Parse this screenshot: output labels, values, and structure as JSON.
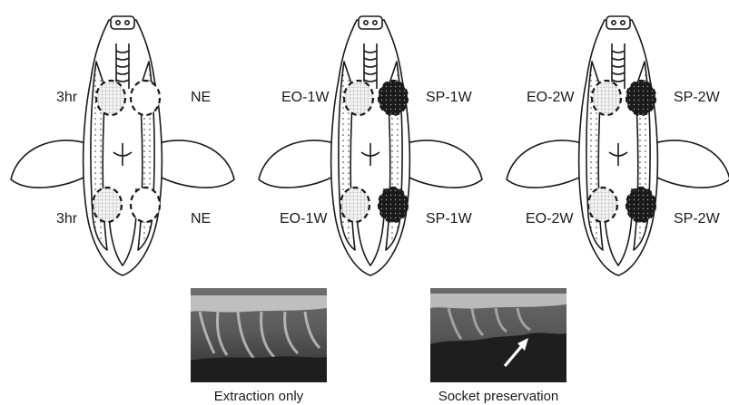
{
  "diagrams": [
    {
      "left_upper": "3hr",
      "right_upper": "NE",
      "left_lower": "3hr",
      "right_lower": "NE"
    },
    {
      "left_upper": "EO-1W",
      "right_upper": "SP-1W",
      "left_lower": "EO-1W",
      "right_lower": "SP-1W"
    },
    {
      "left_upper": "EO-2W",
      "right_upper": "SP-2W",
      "left_lower": "EO-2W",
      "right_lower": "SP-2W"
    }
  ],
  "xrays": [
    {
      "caption": "Extraction only"
    },
    {
      "caption": "Socket preservation"
    }
  ],
  "colors": {
    "ink": "#1a1a1a",
    "dotted_fill": "#e8e8e8",
    "dark_fill": "#1a1a1a"
  }
}
